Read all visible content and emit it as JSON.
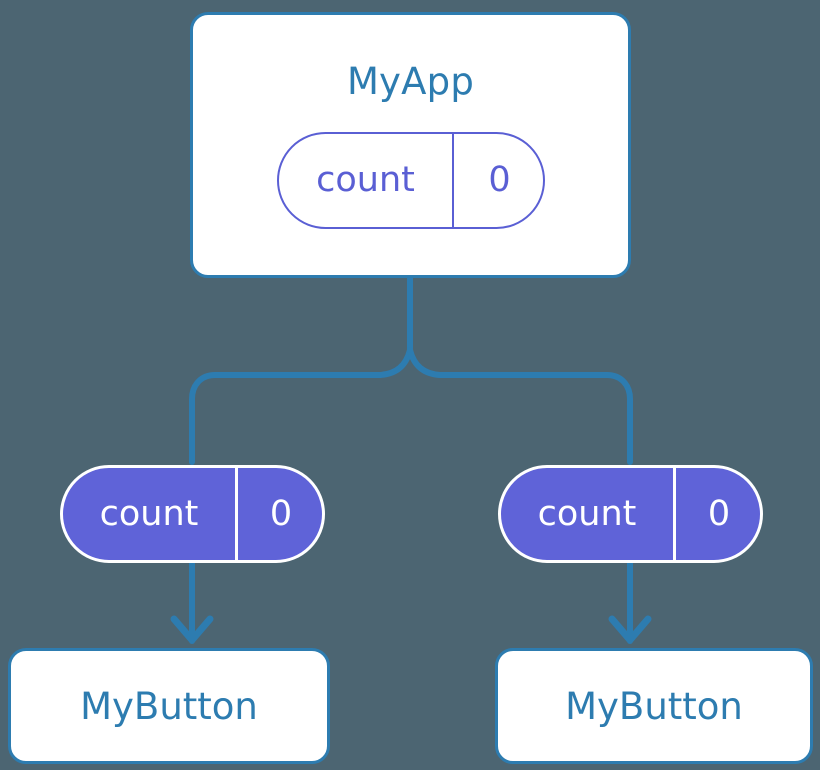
{
  "diagram": {
    "type": "component-state-tree",
    "background_color": "#4c6572",
    "accent_blue": "#2d7cb0",
    "accent_purple": "#5f63d8",
    "root": {
      "title": "MyApp",
      "state": {
        "key": "count",
        "value": "0"
      }
    },
    "branches": [
      {
        "state": {
          "key": "count",
          "value": "0"
        },
        "component": {
          "title": "MyButton"
        }
      },
      {
        "state": {
          "key": "count",
          "value": "0"
        },
        "component": {
          "title": "MyButton"
        }
      }
    ]
  }
}
